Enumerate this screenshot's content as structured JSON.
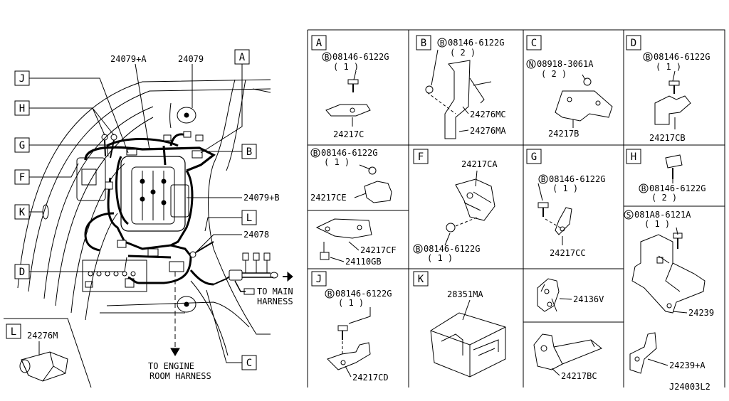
{
  "diagram_code": "J24003L2",
  "main": {
    "callouts": {
      "J": "J",
      "H": "H",
      "G": "G",
      "F": "F",
      "K": "K",
      "D": "D",
      "A": "A",
      "B": "B",
      "L": "L",
      "C": "C"
    },
    "parts": {
      "p1": "24079+A",
      "p2": "24079",
      "p3": "24079+B",
      "p4": "24078"
    },
    "to_main": [
      "TO MAIN",
      "HARNESS"
    ],
    "to_engine": [
      "TO ENGINE",
      "ROOM HARNESS"
    ]
  },
  "L_panel": {
    "letter": "L",
    "part": "24276M"
  },
  "panels": {
    "A": {
      "letter": "A",
      "bolt_symbol": "B",
      "bolt": "08146-6122G",
      "qty": "( 1 )",
      "parts": [
        "24217C"
      ]
    },
    "B": {
      "letter": "B",
      "bolt_symbol": "B",
      "bolt": "08146-6122G",
      "qty": "( 2 )",
      "parts": [
        "24276MC",
        "24276MA"
      ]
    },
    "C": {
      "letter": "C",
      "bolt_symbol": "N",
      "bolt": "08918-3061A",
      "qty": "( 2 )",
      "parts": [
        "24217B"
      ]
    },
    "D": {
      "letter": "D",
      "bolt_symbol": "B",
      "bolt": "08146-6122G",
      "qty": "( 1 )",
      "parts": [
        "24217CB"
      ]
    },
    "E1": {
      "bolt_symbol": "B",
      "bolt": "08146-6122G",
      "qty": "( 1 )",
      "parts": [
        "24217CE"
      ]
    },
    "E2": {
      "parts": [
        "24217CF",
        "24110GB"
      ]
    },
    "F": {
      "letter": "F",
      "bolt_symbol": "B",
      "bolt": "08146-6122G",
      "qty": "( 1 )",
      "parts": [
        "24217CA"
      ]
    },
    "G": {
      "letter": "G",
      "bolt_symbol": "B",
      "bolt": "08146-6122G",
      "qty": "( 1 )",
      "parts": [
        "24217CC"
      ]
    },
    "H": {
      "letter": "H",
      "bolt_symbol": "B",
      "bolt": "08146-6122G",
      "qty": "( 2 )"
    },
    "S": {
      "bolt_symbol": "S",
      "bolt": "081A8-6121A",
      "qty": "( 1 )",
      "parts": [
        "24239"
      ]
    },
    "J": {
      "letter": "J",
      "bolt_symbol": "B",
      "bolt": "08146-6122G",
      "qty": "( 1 )",
      "parts": [
        "24217CD"
      ]
    },
    "K": {
      "letter": "K",
      "parts": [
        "28351MA"
      ]
    },
    "V": {
      "parts": [
        "24136V"
      ]
    },
    "BC": {
      "parts": [
        "24217BC"
      ]
    },
    "PA": {
      "parts": [
        "24239+A"
      ]
    }
  }
}
